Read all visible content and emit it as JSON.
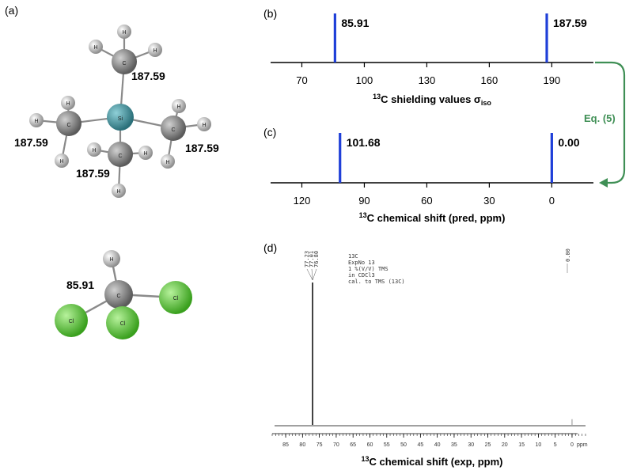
{
  "panel_labels": {
    "a": "(a)",
    "b": "(b)",
    "c": "(c)",
    "d": "(d)"
  },
  "molecule_tms": {
    "central_atom": "Si",
    "carbon_label": "C",
    "hydrogen_label": "H",
    "shielding_labels": [
      "187.59",
      "187.59",
      "187.59",
      "187.59"
    ]
  },
  "molecule_chcl3": {
    "carbon_label": "C",
    "hydrogen_label": "H",
    "chlorine_label": "Cl",
    "shielding_label": "85.91"
  },
  "arrow_label": "Eq. (5)",
  "colors": {
    "stick": "#1f3fd8",
    "arrow": "#3f8f55",
    "si": "#3d8f9a",
    "cl": "#5bd13a",
    "carbon": "#8a8a8a",
    "hydrogen": "#d8d8d8"
  },
  "chart_data": [
    {
      "type": "bar",
      "panel": "(b)",
      "xlabel_prefix": "13",
      "xlabel_main": "C shielding values σ",
      "xlabel_sub": "iso",
      "ticks": [
        70,
        100,
        130,
        160,
        190
      ],
      "xlim": [
        55,
        210
      ],
      "values": [
        85.91,
        187.59
      ],
      "value_labels": [
        "85.91",
        "187.59"
      ]
    },
    {
      "type": "bar",
      "panel": "(c)",
      "xlabel_prefix": "13",
      "xlabel_main": "C chemical shift (pred, ppm)",
      "ticks": [
        120,
        90,
        60,
        30,
        0
      ],
      "xlim": [
        135,
        -20
      ],
      "values": [
        101.68,
        0.0
      ],
      "value_labels": [
        "101.68",
        "0.00"
      ]
    },
    {
      "type": "line",
      "panel": "(d)",
      "xlabel_prefix": "13",
      "xlabel_main": "C chemical shift (exp, ppm)",
      "ticks": [
        85,
        80,
        75,
        70,
        65,
        60,
        55,
        50,
        45,
        40,
        35,
        30,
        25,
        20,
        15,
        10,
        5,
        0
      ],
      "tick_labels": [
        "85",
        "80",
        "75",
        "70",
        "65",
        "60",
        "55",
        "50",
        "45",
        "40",
        "35",
        "30",
        "25",
        "20",
        "15",
        "10",
        "5",
        "0"
      ],
      "unit": "ppm",
      "xlim": [
        89,
        -4
      ],
      "peaks": [
        {
          "x": 77.01,
          "height": 1.0
        },
        {
          "x": 0.0,
          "height": 0.04
        }
      ],
      "peak_labels": [
        "77.23",
        "77.01",
        "76.80"
      ],
      "tms_label": "0.00",
      "info_text": [
        "13C",
        "ExpNo 13",
        "1 %(V/V) TMS",
        "in CDCl3",
        "cal. to TMS (13C)"
      ]
    }
  ]
}
